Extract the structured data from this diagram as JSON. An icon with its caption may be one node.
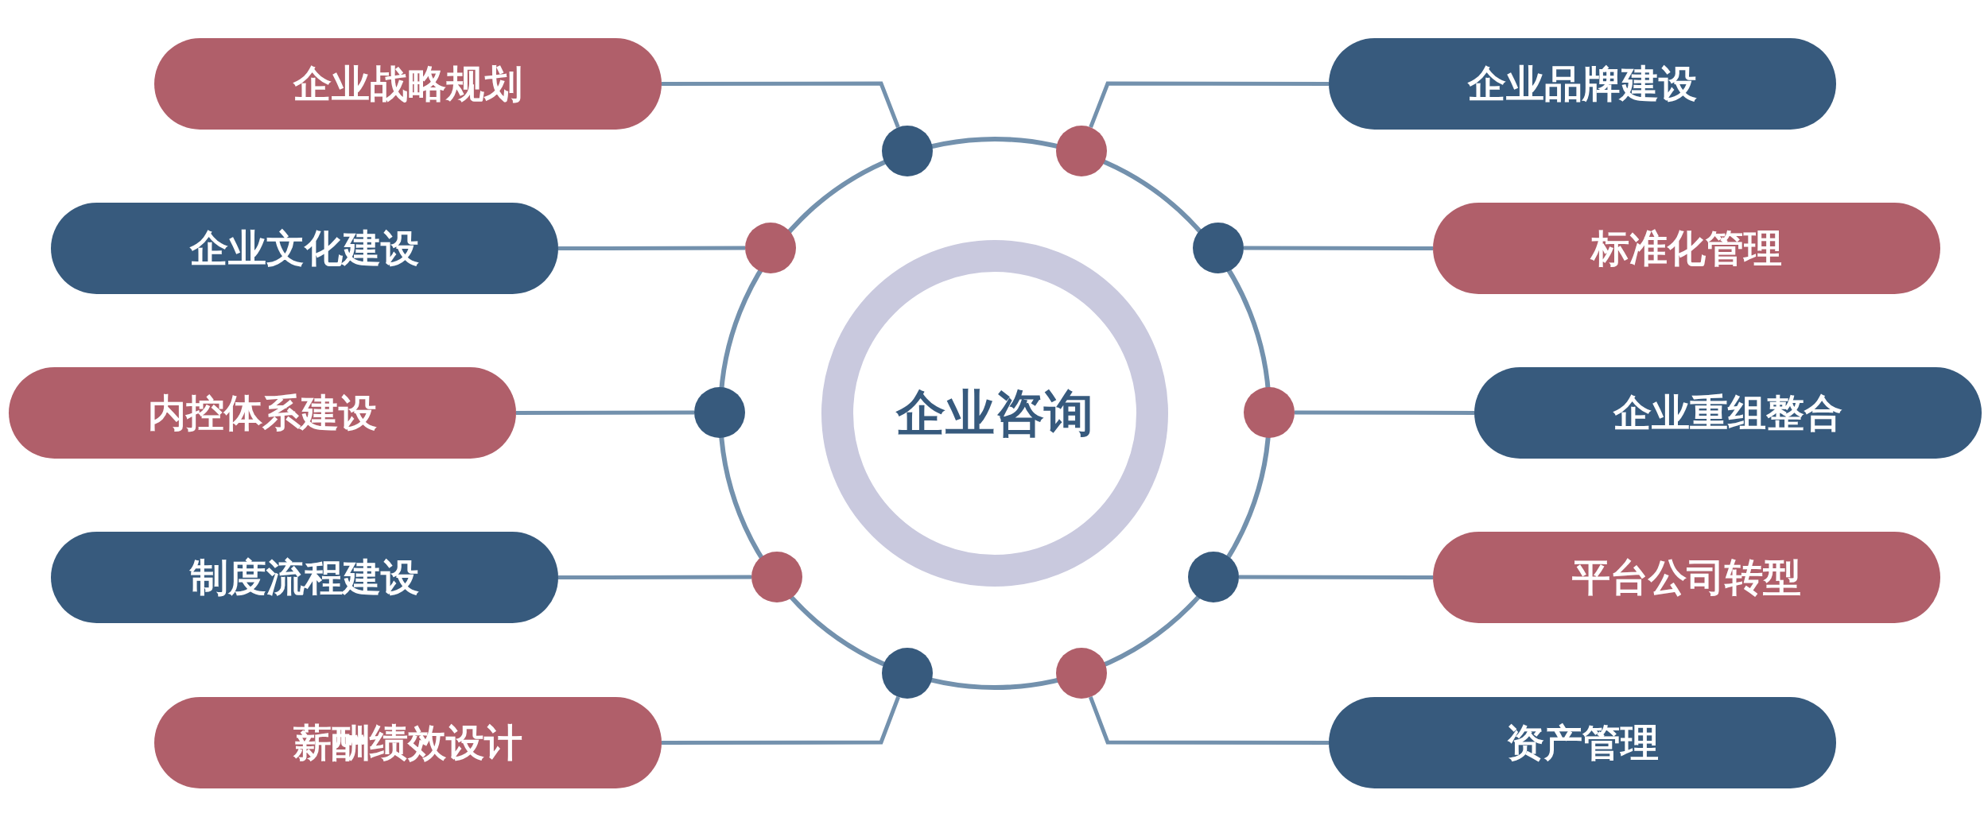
{
  "diagram": {
    "nodes": [
      {
        "text": [
          "企业咨询"
        ]
      },
      {
        "text": [
          "企业战略规划"
        ]
      },
      {
        "text": [
          "企业品牌建设"
        ]
      },
      {
        "text": [
          "企业文化建设"
        ]
      },
      {
        "text": [
          "标准化管理"
        ]
      },
      {
        "text": [
          "内控体系建设"
        ]
      },
      {
        "text": [
          "企业重组整合"
        ]
      },
      {
        "text": [
          "制度流程建设"
        ]
      },
      {
        "text": [
          "平台公司转型"
        ]
      },
      {
        "text": [
          "薪酬绩效设计"
        ]
      },
      {
        "text": [
          "资产管理"
        ]
      },
      {
        "text": [],
        "shape": "circle"
      },
      {
        "text": [],
        "shape": "circle"
      },
      {
        "text": [],
        "shape": "circle"
      },
      {
        "text": [],
        "shape": "circle"
      },
      {
        "text": [],
        "shape": "circle"
      },
      {
        "text": [],
        "shape": "circle"
      },
      {
        "text": [],
        "shape": "circle"
      },
      {
        "text": [],
        "shape": "circle"
      },
      {
        "text": [],
        "shape": "circle"
      },
      {
        "text": [],
        "shape": "circle"
      }
    ],
    "edges": [
      {
        "from": 1,
        "to": 11,
        "arrow": "none"
      },
      {
        "from": 2,
        "to": 12,
        "arrow": "none"
      },
      {
        "from": 3,
        "to": 13,
        "arrow": "none"
      },
      {
        "from": 4,
        "to": 14,
        "arrow": "none"
      },
      {
        "from": 5,
        "to": 15,
        "arrow": "none"
      },
      {
        "from": 6,
        "to": 16,
        "arrow": "none"
      },
      {
        "from": 7,
        "to": 17,
        "arrow": "none"
      },
      {
        "from": 8,
        "to": 18,
        "arrow": "none"
      },
      {
        "from": 9,
        "to": 19,
        "arrow": "none"
      },
      {
        "from": 10,
        "to": 20,
        "arrow": "none"
      }
    ]
  }
}
